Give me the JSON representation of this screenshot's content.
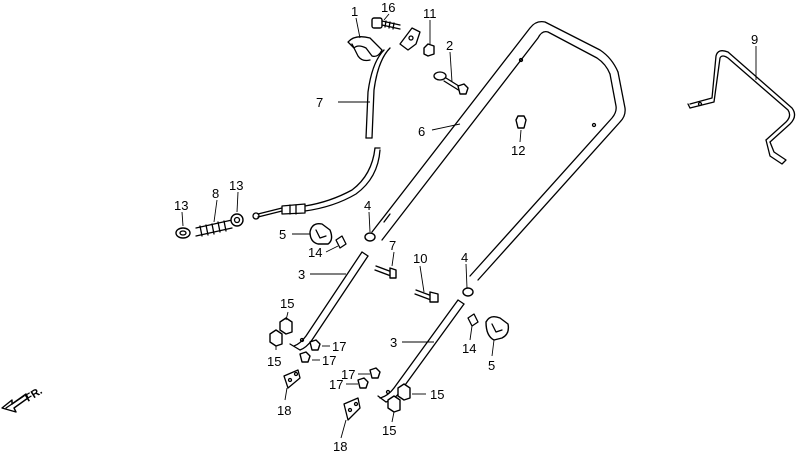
{
  "direction_label": "FR.",
  "callouts": [
    {
      "id": "c1",
      "text": "1"
    },
    {
      "id": "c16",
      "text": "16"
    },
    {
      "id": "c11",
      "text": "11"
    },
    {
      "id": "c2",
      "text": "2"
    },
    {
      "id": "c7a",
      "text": "7"
    },
    {
      "id": "c6",
      "text": "6"
    },
    {
      "id": "c12",
      "text": "12"
    },
    {
      "id": "c9",
      "text": "9"
    },
    {
      "id": "c13a",
      "text": "13"
    },
    {
      "id": "c8",
      "text": "8"
    },
    {
      "id": "c13b",
      "text": "13"
    },
    {
      "id": "c4a",
      "text": "4"
    },
    {
      "id": "c5a",
      "text": "5"
    },
    {
      "id": "c14a",
      "text": "14"
    },
    {
      "id": "c7b",
      "text": "7"
    },
    {
      "id": "c10",
      "text": "10"
    },
    {
      "id": "c4b",
      "text": "4"
    },
    {
      "id": "c3a",
      "text": "3"
    },
    {
      "id": "c15a",
      "text": "15"
    },
    {
      "id": "c15b",
      "text": "15"
    },
    {
      "id": "c17a",
      "text": "17"
    },
    {
      "id": "c17b",
      "text": "17"
    },
    {
      "id": "c18a",
      "text": "18"
    },
    {
      "id": "c14b",
      "text": "14"
    },
    {
      "id": "c5b",
      "text": "5"
    },
    {
      "id": "c3b",
      "text": "3"
    },
    {
      "id": "c17c",
      "text": "17"
    },
    {
      "id": "c17d",
      "text": "17"
    },
    {
      "id": "c15c",
      "text": "15"
    },
    {
      "id": "c15d",
      "text": "15"
    },
    {
      "id": "c18b",
      "text": "18"
    }
  ]
}
